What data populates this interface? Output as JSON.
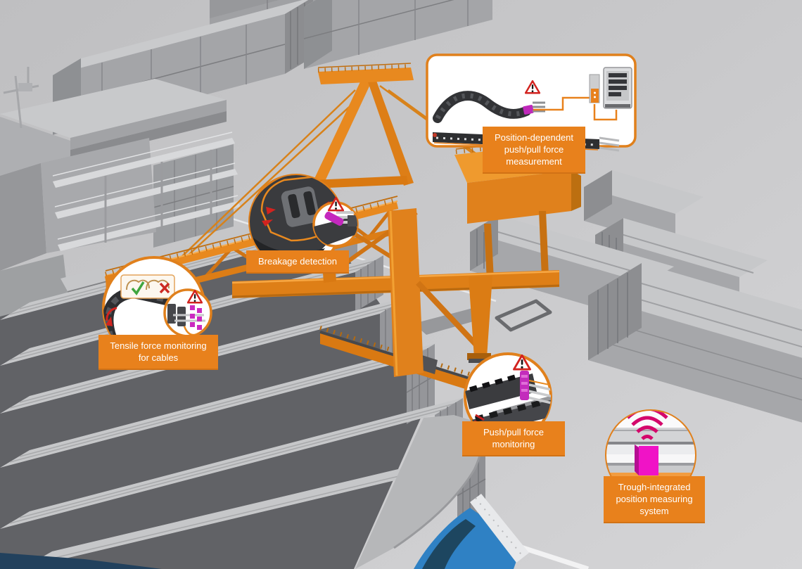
{
  "callouts": [
    {
      "id": "position-measurement",
      "label": "Position-dependent\npush/pull force\nmeasurement"
    },
    {
      "id": "breakage-detection",
      "label": "Breakage detection"
    },
    {
      "id": "tensile-monitoring",
      "label": "Tensile force monitoring\nfor cables"
    },
    {
      "id": "pushpull-monitoring",
      "label": "Push/pull force\nmonitoring"
    },
    {
      "id": "trough-position",
      "label": "Trough-integrated\nposition measuring\nsystem"
    }
  ],
  "icons": {
    "warning": "warning-triangle-icon",
    "ok": "check-icon",
    "fail": "cross-icon",
    "signal": "wifi-signal-icon",
    "cabinet": "control-cabinet-icon",
    "sensor": "magenta-sensor-icon"
  },
  "colors": {
    "accent_orange": "#E8811C",
    "crane_orange": "#E0811C",
    "magenta": "#E512BE",
    "signal_pink": "#D4086B",
    "warning_red": "#D2231F",
    "success_green": "#3FA63F",
    "error_red": "#CC2A23",
    "water_blue": "#2F81C4",
    "container_gray": "#A4A5A8"
  }
}
